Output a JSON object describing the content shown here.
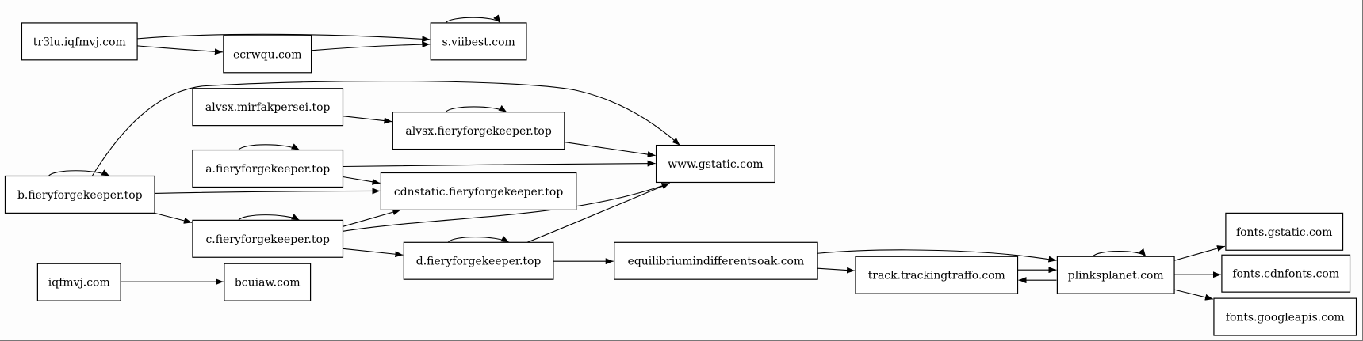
{
  "nodes": [
    {
      "id": "tr3lu",
      "label": "tr3lu.iqfmvj.com"
    },
    {
      "id": "ecrwqu",
      "label": "ecrwqu.com"
    },
    {
      "id": "sviibest",
      "label": "s.viibest.com"
    },
    {
      "id": "alvsx_mirf",
      "label": "alvsx.mirfakpersei.top"
    },
    {
      "id": "alvsx_fiery",
      "label": "alvsx.fieryforgekeeper.top"
    },
    {
      "id": "a_fiery",
      "label": "a.fieryforgekeeper.top"
    },
    {
      "id": "www_gstatic",
      "label": "www.gstatic.com"
    },
    {
      "id": "b_fiery",
      "label": "b.fieryforgekeeper.top"
    },
    {
      "id": "cdnstatic",
      "label": "cdnstatic.fieryforgekeeper.top"
    },
    {
      "id": "c_fiery",
      "label": "c.fieryforgekeeper.top"
    },
    {
      "id": "d_fiery",
      "label": "d.fieryforgekeeper.top"
    },
    {
      "id": "equilib",
      "label": "equilibriumindifferentsoak.com"
    },
    {
      "id": "track",
      "label": "track.trackingtraffo.com"
    },
    {
      "id": "plinks",
      "label": "plinksplanet.com"
    },
    {
      "id": "iqfmvj",
      "label": "iqfmvj.com"
    },
    {
      "id": "bcuiaw",
      "label": "bcuiaw.com"
    },
    {
      "id": "fonts_gstatic",
      "label": "fonts.gstatic.com"
    },
    {
      "id": "fonts_cdnfonts",
      "label": "fonts.cdnfonts.com"
    },
    {
      "id": "fonts_googleapis",
      "label": "fonts.googleapis.com"
    }
  ],
  "edges": [
    {
      "from": "tr3lu",
      "to": "sviibest"
    },
    {
      "from": "tr3lu",
      "to": "ecrwqu"
    },
    {
      "from": "ecrwqu",
      "to": "sviibest"
    },
    {
      "from": "sviibest",
      "to": "sviibest"
    },
    {
      "from": "alvsx_mirf",
      "to": "alvsx_fiery"
    },
    {
      "from": "alvsx_fiery",
      "to": "alvsx_fiery"
    },
    {
      "from": "alvsx_fiery",
      "to": "www_gstatic"
    },
    {
      "from": "a_fiery",
      "to": "a_fiery"
    },
    {
      "from": "a_fiery",
      "to": "www_gstatic"
    },
    {
      "from": "a_fiery",
      "to": "cdnstatic"
    },
    {
      "from": "b_fiery",
      "to": "b_fiery"
    },
    {
      "from": "b_fiery",
      "to": "www_gstatic"
    },
    {
      "from": "b_fiery",
      "to": "cdnstatic"
    },
    {
      "from": "b_fiery",
      "to": "c_fiery"
    },
    {
      "from": "c_fiery",
      "to": "c_fiery"
    },
    {
      "from": "c_fiery",
      "to": "cdnstatic"
    },
    {
      "from": "c_fiery",
      "to": "www_gstatic"
    },
    {
      "from": "c_fiery",
      "to": "d_fiery"
    },
    {
      "from": "d_fiery",
      "to": "d_fiery"
    },
    {
      "from": "d_fiery",
      "to": "www_gstatic"
    },
    {
      "from": "d_fiery",
      "to": "equilib"
    },
    {
      "from": "equilib",
      "to": "plinks"
    },
    {
      "from": "equilib",
      "to": "track"
    },
    {
      "from": "track",
      "to": "plinks"
    },
    {
      "from": "plinks",
      "to": "track"
    },
    {
      "from": "plinks",
      "to": "plinks"
    },
    {
      "from": "plinks",
      "to": "fonts_gstatic"
    },
    {
      "from": "plinks",
      "to": "fonts_cdnfonts"
    },
    {
      "from": "plinks",
      "to": "fonts_googleapis"
    },
    {
      "from": "iqfmvj",
      "to": "bcuiaw"
    }
  ]
}
